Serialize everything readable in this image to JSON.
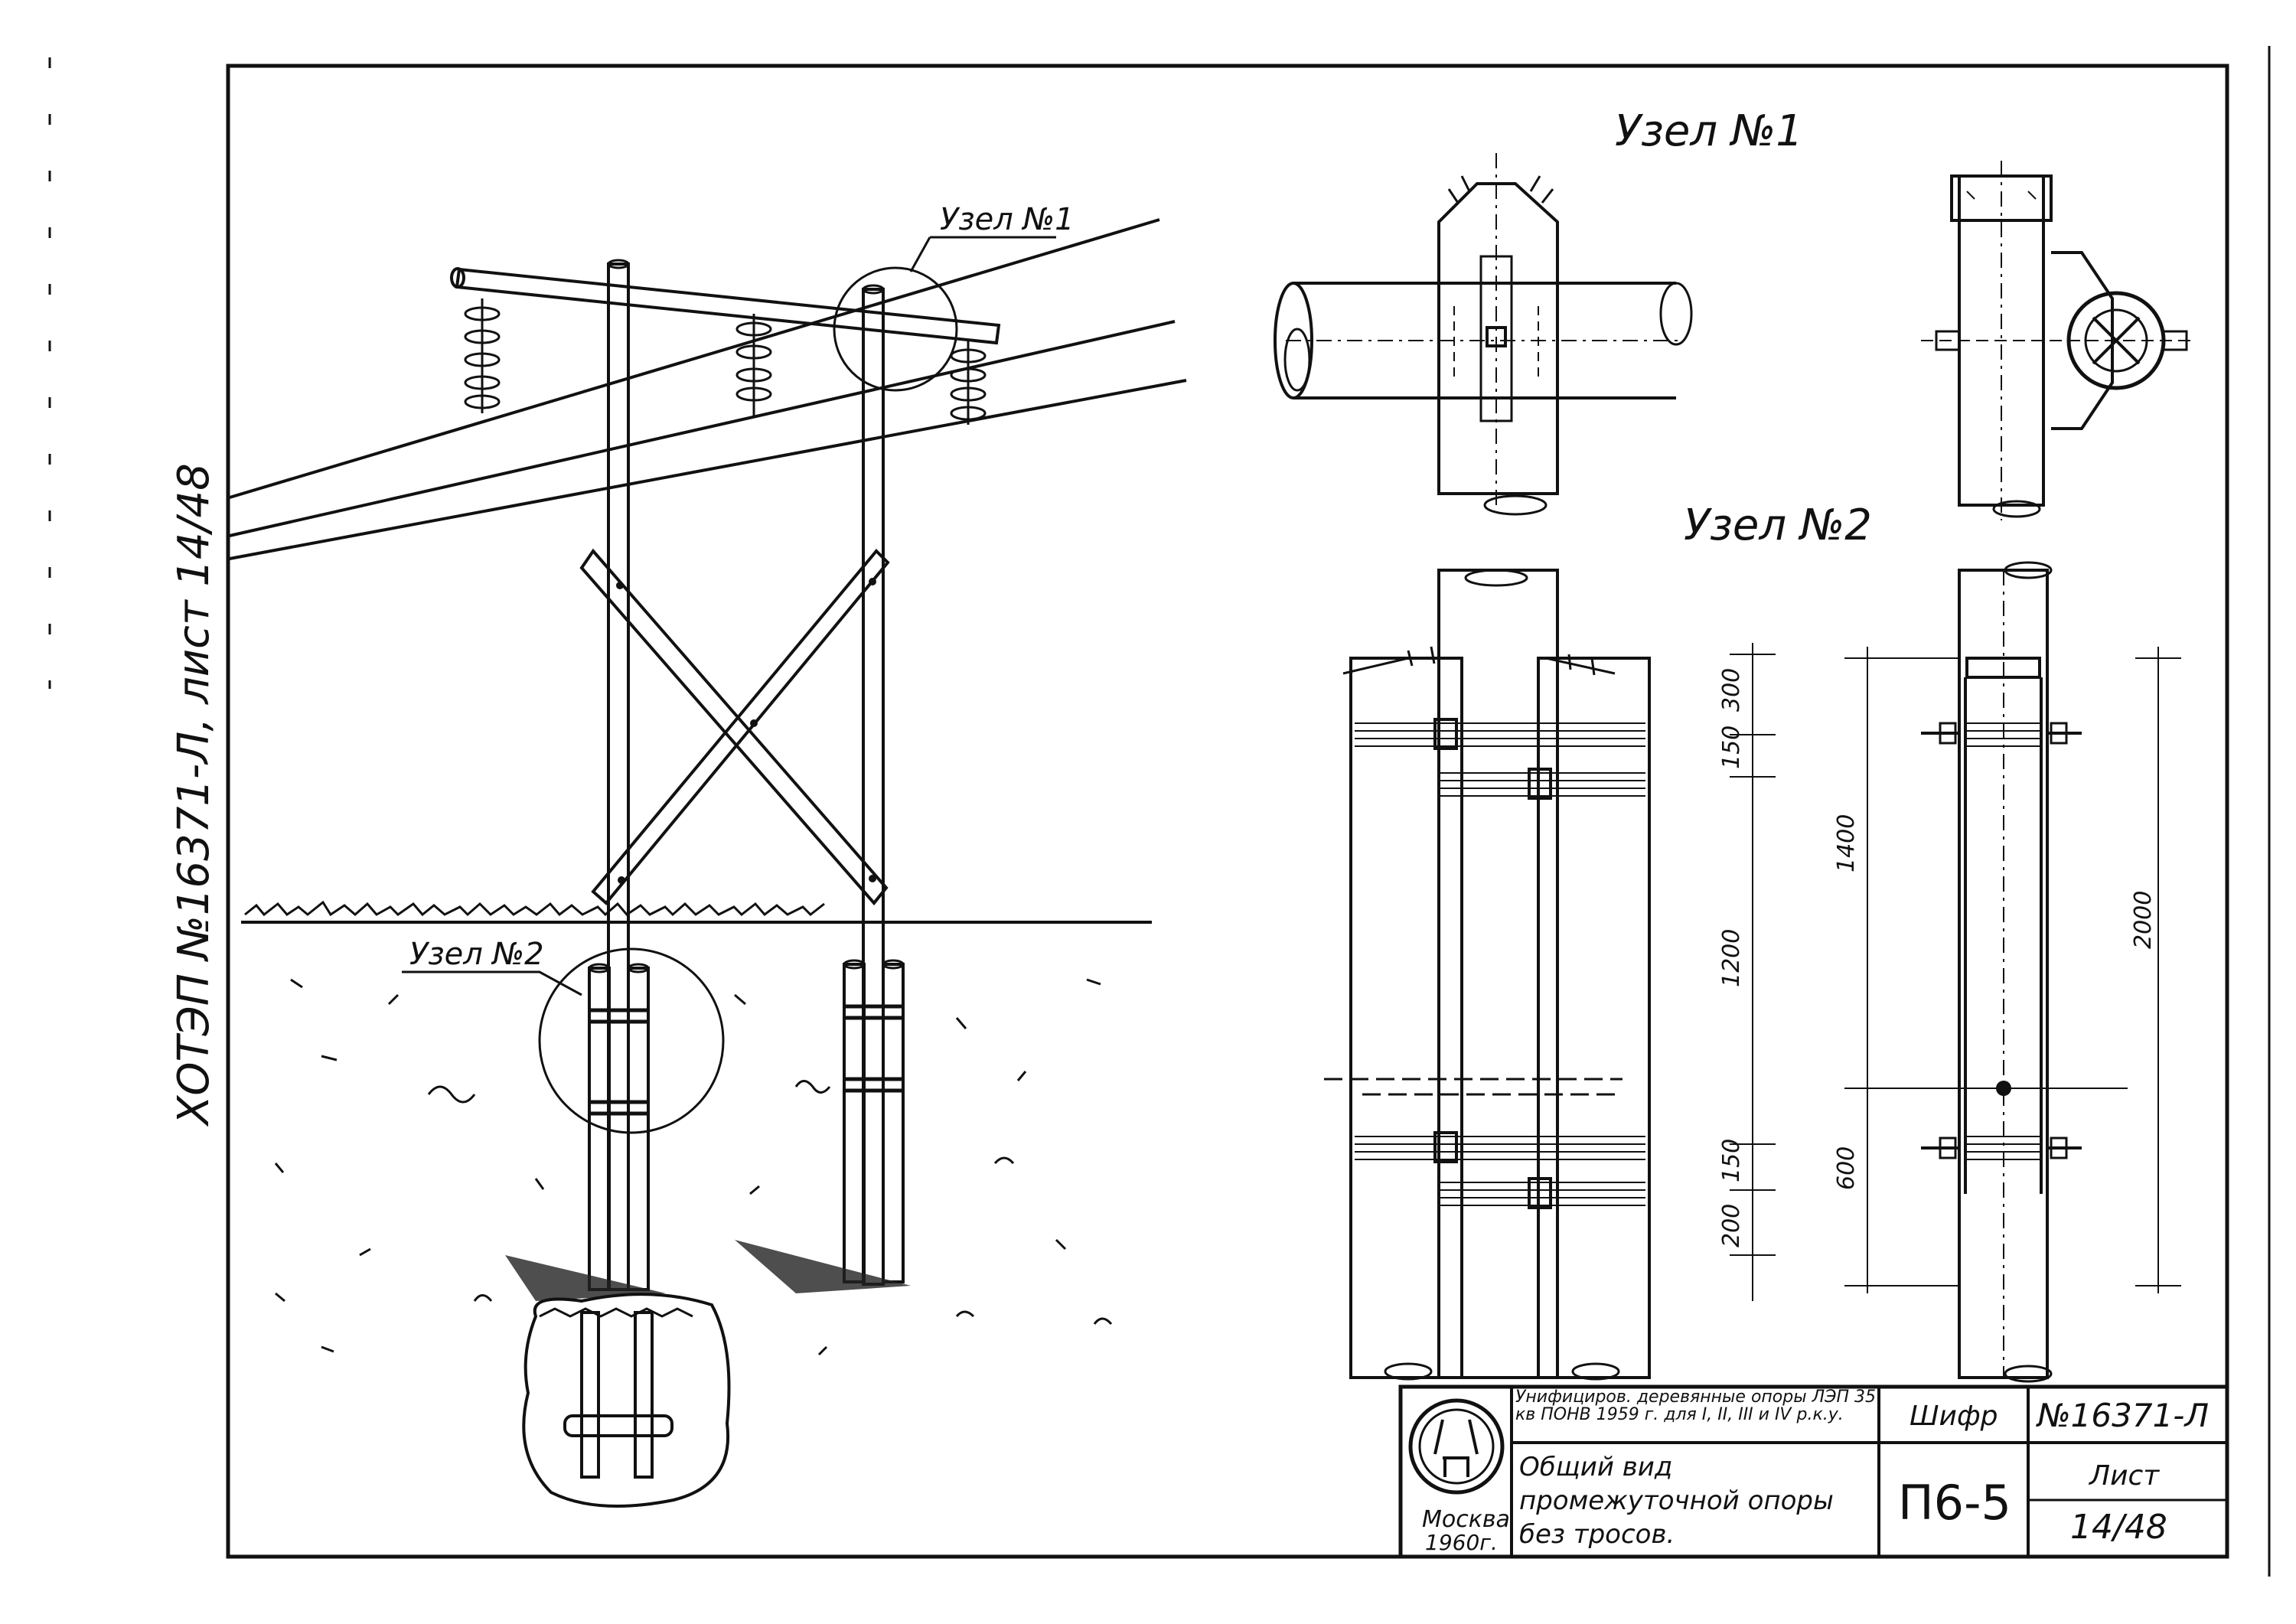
{
  "side_code": "ХОТЭП №16371-Л,  лист 14/48",
  "node1_label": "Узел №1",
  "node2_label": "Узел №2",
  "callout_node1": "Узел №1",
  "callout_node2": "Узел №2",
  "dims": {
    "d300": "300",
    "d150a": "150",
    "d1200": "1200",
    "d150b": "150",
    "d200": "200",
    "d1400": "1400",
    "d600": "600",
    "d2000": "2000"
  },
  "title_block": {
    "logo_city": "Москва",
    "logo_year": "1960г.",
    "description_top": "Унифициров. деревянные опоры ЛЭП 35 кв ПОНВ 1959 г. для I, II, III и IV р.к.у.",
    "description_main": "Общий вид промежуточной опоры без тросов.",
    "cipher_label": "Шифр",
    "cipher_value": "П6-5",
    "doc_number": "№16371-Л",
    "sheet_label": "Лист",
    "sheet_value": "14/48"
  }
}
